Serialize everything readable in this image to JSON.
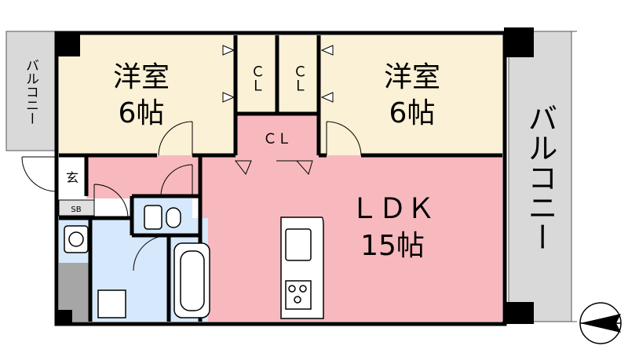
{
  "rooms": {
    "western_left": {
      "name": "洋室",
      "size": "6帖"
    },
    "western_right": {
      "name": "洋室",
      "size": "6帖"
    },
    "ldk": {
      "name": "ＬＤＫ",
      "size": "15帖"
    }
  },
  "closets": {
    "left": "ＣＬ",
    "right": "ＣＬ",
    "middle": "ＣＬ"
  },
  "balcony_left": "バルコニー",
  "balcony_right": "バルコニー",
  "entrance": "玄",
  "shoe_box": "SB",
  "colors": {
    "bedroom": "#fbf1d6",
    "ldk": "#f7b9bd",
    "wet": "#d6e8fb",
    "balcony": "#d9d9d9",
    "wall": "#000000",
    "gray": "#a6a6a6"
  }
}
